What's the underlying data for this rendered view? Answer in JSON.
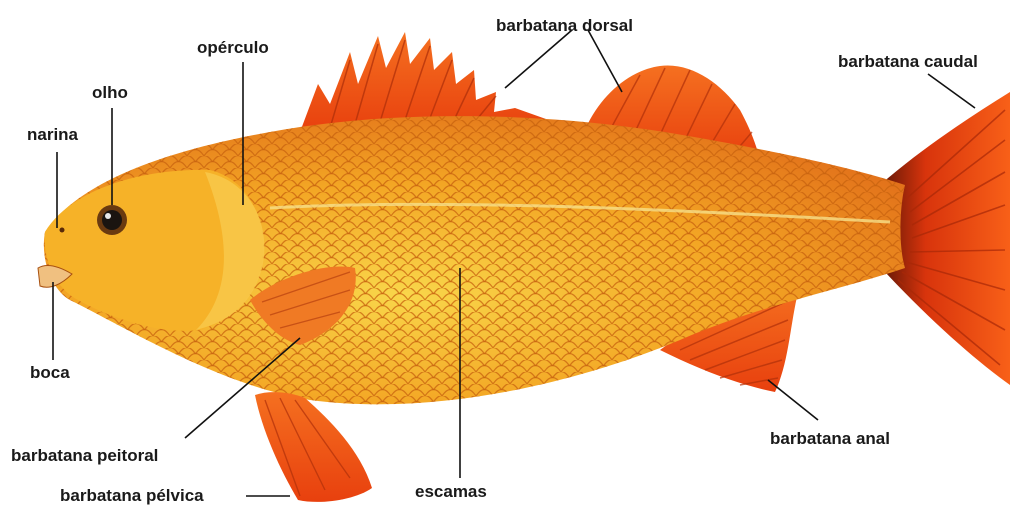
{
  "diagram": {
    "labels": {
      "barbatana_dorsal": "barbatana dorsal",
      "operculo": "opérculo",
      "barbatana_caudal": "barbatana caudal",
      "olho": "olho",
      "narina": "narina",
      "boca": "boca",
      "barbatana_peitoral": "barbatana peitoral",
      "escamas": "escamas",
      "barbatana_anal": "barbatana anal",
      "barbatana_pelvica": "barbatana pélvica"
    },
    "colors": {
      "body": "#f2a020",
      "belly": "#f7c83a",
      "fin": "#f05a14",
      "fin_dark": "#c02a08",
      "tail_dark": "#6a1a08",
      "scale_line": "#c8620e",
      "leader_line": "#111111"
    }
  }
}
